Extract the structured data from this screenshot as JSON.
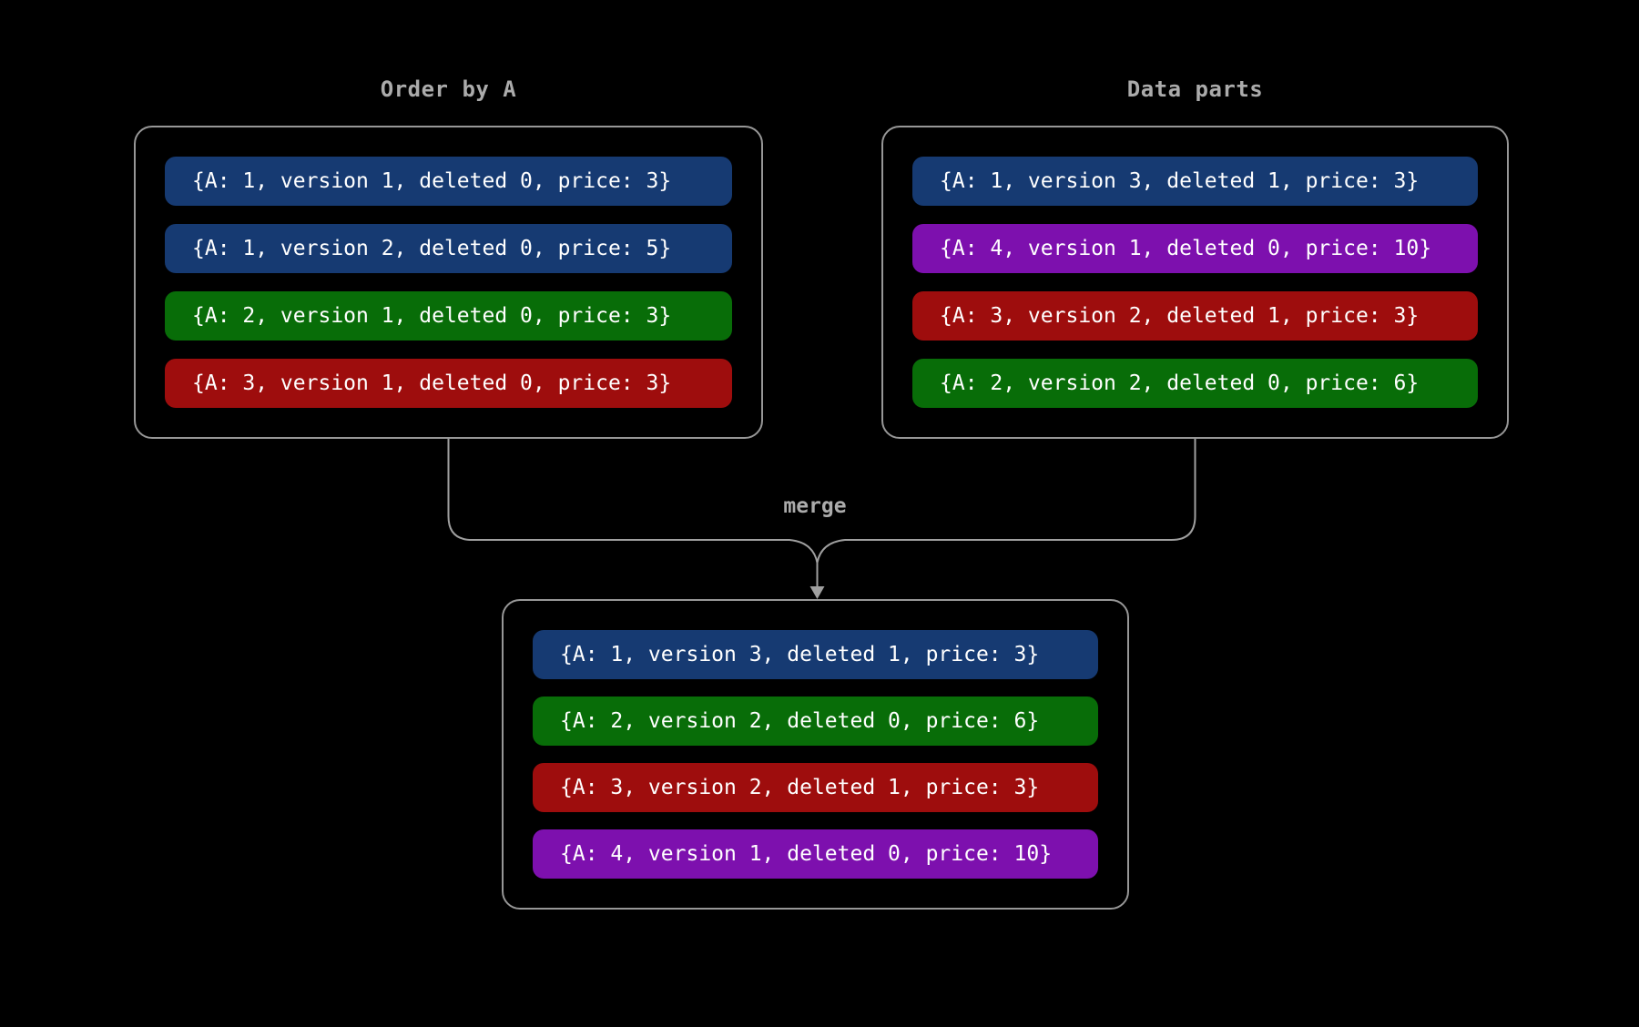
{
  "diagram": {
    "left_panel": {
      "title": "Order by A",
      "rows": [
        {
          "text": "{A: 1, version 1, deleted 0, price: 3}",
          "color": "blue"
        },
        {
          "text": "{A: 1, version 2, deleted 0, price: 5}",
          "color": "blue"
        },
        {
          "text": "{A: 2, version 1, deleted 0, price: 3}",
          "color": "green"
        },
        {
          "text": "{A: 3, version 1, deleted 0, price: 3}",
          "color": "red"
        }
      ]
    },
    "right_panel": {
      "title": "Data parts",
      "rows": [
        {
          "text": "{A: 1, version 3, deleted 1, price: 3}",
          "color": "blue"
        },
        {
          "text": "{A: 4, version 1, deleted 0, price: 10}",
          "color": "purple"
        },
        {
          "text": "{A: 3, version 2, deleted 1, price: 3}",
          "color": "red"
        },
        {
          "text": "{A: 2, version 2, deleted 0, price: 6}",
          "color": "green"
        }
      ]
    },
    "result_panel": {
      "rows": [
        {
          "text": "{A: 1, version 3, deleted 1, price: 3}",
          "color": "blue"
        },
        {
          "text": "{A: 2, version 2, deleted 0, price: 6}",
          "color": "green"
        },
        {
          "text": "{A: 3, version 2, deleted 1, price: 3}",
          "color": "red"
        },
        {
          "text": "{A: 4, version 1, deleted 0, price: 10}",
          "color": "purple"
        }
      ]
    },
    "merge_label": "merge",
    "colors": {
      "blue": "#163a72",
      "green": "#086d08",
      "red": "#9e0d0d",
      "purple": "#7d10ae",
      "line": "#9f9f9f",
      "label": "#ababab",
      "row_text": "#ffffff",
      "background": "#000000"
    }
  }
}
